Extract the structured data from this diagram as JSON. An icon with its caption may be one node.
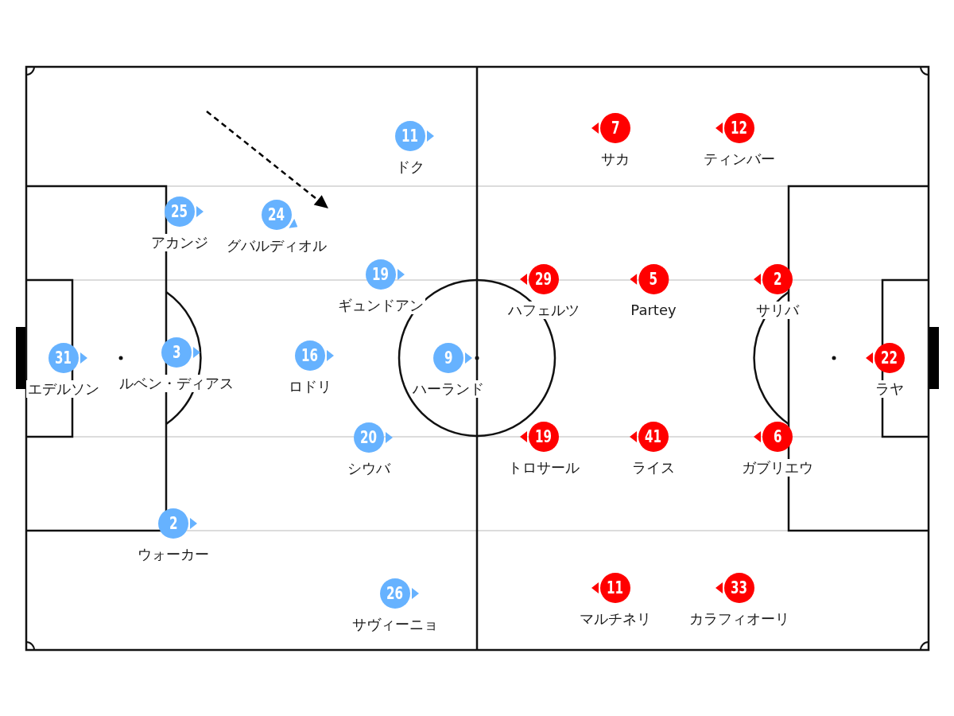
{
  "diagram": {
    "nodes": [
      {
        "text": [
          "11",
          "ドク"
        ]
      },
      {
        "text": [
          "7",
          "サカ"
        ]
      },
      {
        "text": [
          "12",
          "ティンバー"
        ]
      },
      {
        "text": [
          "25",
          "アカンジ"
        ]
      },
      {
        "text": [
          "24",
          "グバルディオル"
        ]
      },
      {
        "text": [
          "19",
          "ギュンドアン"
        ]
      },
      {
        "text": [
          "29",
          "ハフェルツ"
        ]
      },
      {
        "text": [
          "5",
          "Partey"
        ]
      },
      {
        "text": [
          "2",
          "サリバ"
        ]
      },
      {
        "text": [
          "31",
          "エデルソン"
        ]
      },
      {
        "text": [
          "3",
          "ルベン・ディアス"
        ]
      },
      {
        "text": [
          "16",
          "ロドリ"
        ]
      },
      {
        "text": [
          "9",
          "ハーランド"
        ]
      },
      {
        "text": [
          "22",
          "ラヤ"
        ]
      },
      {
        "text": [
          "20",
          "シウバ"
        ]
      },
      {
        "text": [
          "19",
          "トロサール"
        ]
      },
      {
        "text": [
          "41",
          "ライス"
        ]
      },
      {
        "text": [
          "6",
          "ガブリエウ"
        ]
      },
      {
        "text": [
          "2",
          "ウォーカー"
        ]
      },
      {
        "text": [
          "26",
          "サヴィーニョ"
        ]
      },
      {
        "text": [
          "11",
          "マルチネリ"
        ]
      },
      {
        "text": [
          "33",
          "カラフィオーリ"
        ]
      }
    ]
  }
}
